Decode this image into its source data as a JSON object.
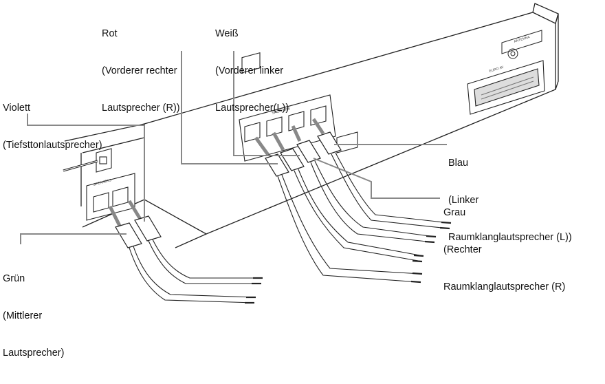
{
  "labels": {
    "red": {
      "lines": [
        "Rot",
        "(Vorderer rechter",
        "Lautsprecher (R))"
      ]
    },
    "white": {
      "lines": [
        "Weiß",
        "(Vorderer linker",
        "Lautsprecher(L))"
      ]
    },
    "violet": {
      "lines": [
        "Violett",
        "(Tiefsttonlautsprecher)"
      ]
    },
    "blue": {
      "lines": [
        "Blau",
        "(Linker",
        "Raumklanglautsprecher (L))"
      ]
    },
    "grey": {
      "lines": [
        "Grau",
        "(Rechter",
        "Raumklanglautsprecher (R)"
      ]
    },
    "green": {
      "lines": [
        "Grün",
        "(Mittlerer",
        "Lautsprecher)"
      ]
    }
  },
  "panel_markings": {
    "antenna": "ANTENNA",
    "scart": "EURO AV",
    "speakers_main": "SPEAKERS",
    "speakers_side": "SPEAKERS"
  }
}
